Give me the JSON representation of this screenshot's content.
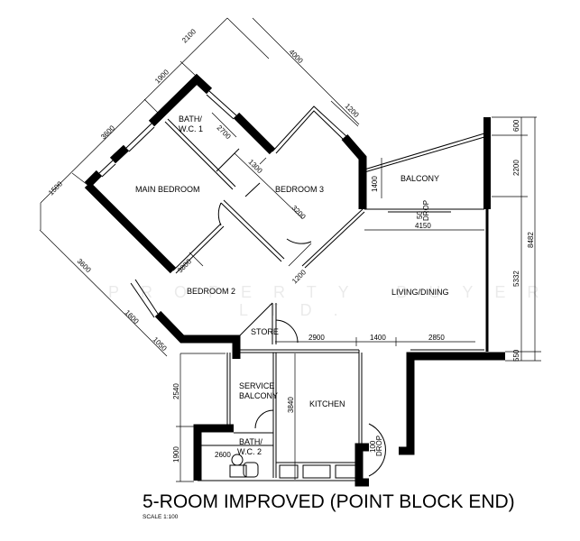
{
  "title": "5-ROOM IMPROVED (POINT BLOCK END)",
  "scale": "SCALE   1:100",
  "watermark": {
    "line1": "PROPERTY BUYER PTE.",
    "line2": "LTD."
  },
  "rooms": {
    "bath1_a": "BATH/",
    "bath1_b": "W.C. 1",
    "main_bedroom": "MAIN BEDROOM",
    "bedroom3": "BEDROOM 3",
    "balcony": "BALCONY",
    "living_dining": "LIVING/DINING",
    "bedroom2": "BEDROOM 2",
    "store": "STORE",
    "service_balcony_a": "SERVICE",
    "service_balcony_b": "BALCONY",
    "kitchen": "KITCHEN",
    "bath2_a": "BATH/",
    "bath2_b": "W.C. 2"
  },
  "dimensions": {
    "d2100": "2100",
    "d4000": "4000",
    "d1900a": "1900",
    "d3600a": "3600",
    "d1500": "1500",
    "d1200a": "1200",
    "d2700": "2700",
    "d1300": "1300",
    "d3200": "3200",
    "d1400a": "1400",
    "d600": "600",
    "d2200": "2200",
    "d8482": "8482",
    "d5332": "5332",
    "d550": "550",
    "d4150": "4150",
    "drop50a": "50",
    "drop50b": "DROP",
    "d3600b": "3600",
    "d3800": "3800",
    "d1200b": "1200",
    "d1600": "1600",
    "d1050": "1050",
    "d2900": "2900",
    "d1400b": "1400",
    "d2850": "2850",
    "d2540": "2540",
    "d3840": "3840",
    "d1900b": "1900",
    "d2600": "2600",
    "drop100a": "100",
    "drop100b": "DROP"
  }
}
